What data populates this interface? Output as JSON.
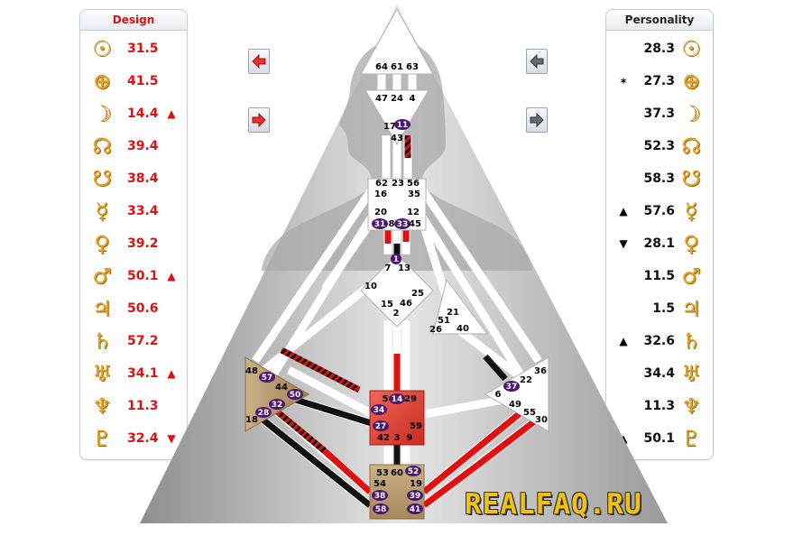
{
  "design": {
    "title": "Design",
    "rows": [
      {
        "planet": "sun",
        "glyph": "☉",
        "value": "31.5",
        "mark": ""
      },
      {
        "planet": "earth",
        "glyph": "⊕",
        "value": "41.5",
        "mark": ""
      },
      {
        "planet": "moon",
        "glyph": "☽",
        "value": "14.4",
        "mark": "▲"
      },
      {
        "planet": "north-node",
        "glyph": "☊",
        "value": "39.4",
        "mark": ""
      },
      {
        "planet": "south-node",
        "glyph": "☋",
        "value": "38.4",
        "mark": ""
      },
      {
        "planet": "mercury",
        "glyph": "☿",
        "value": "33.4",
        "mark": ""
      },
      {
        "planet": "venus",
        "glyph": "♀",
        "value": "39.2",
        "mark": ""
      },
      {
        "planet": "mars",
        "glyph": "♂",
        "value": "50.1",
        "mark": "▲"
      },
      {
        "planet": "jupiter",
        "glyph": "♃",
        "value": "50.6",
        "mark": ""
      },
      {
        "planet": "saturn",
        "glyph": "♄",
        "value": "57.2",
        "mark": ""
      },
      {
        "planet": "uranus",
        "glyph": "♅",
        "value": "34.1",
        "mark": "▲"
      },
      {
        "planet": "neptune",
        "glyph": "♆",
        "value": "11.3",
        "mark": ""
      },
      {
        "planet": "pluto",
        "glyph": "♇",
        "value": "32.4",
        "mark": "▼"
      }
    ]
  },
  "personality": {
    "title": "Personality",
    "rows": [
      {
        "planet": "sun",
        "glyph": "☉",
        "value": "28.3",
        "mark": ""
      },
      {
        "planet": "earth",
        "glyph": "⊕",
        "value": "27.3",
        "mark": "✶"
      },
      {
        "planet": "moon",
        "glyph": "☽",
        "value": "37.3",
        "mark": ""
      },
      {
        "planet": "north-node",
        "glyph": "☊",
        "value": "52.3",
        "mark": ""
      },
      {
        "planet": "south-node",
        "glyph": "☋",
        "value": "58.3",
        "mark": ""
      },
      {
        "planet": "mercury",
        "glyph": "☿",
        "value": "57.6",
        "mark": "▲"
      },
      {
        "planet": "venus",
        "glyph": "♀",
        "value": "28.1",
        "mark": "▼"
      },
      {
        "planet": "mars",
        "glyph": "♂",
        "value": "11.5",
        "mark": ""
      },
      {
        "planet": "jupiter",
        "glyph": "♃",
        "value": "1.5",
        "mark": ""
      },
      {
        "planet": "saturn",
        "glyph": "♄",
        "value": "32.6",
        "mark": "▲"
      },
      {
        "planet": "uranus",
        "glyph": "♅",
        "value": "34.4",
        "mark": ""
      },
      {
        "planet": "neptune",
        "glyph": "♆",
        "value": "11.3",
        "mark": ""
      },
      {
        "planet": "pluto",
        "glyph": "♇",
        "value": "50.1",
        "mark": "▲"
      }
    ]
  },
  "nav": {
    "design_prev_icon": "arrow-left-red-icon",
    "design_next_icon": "arrow-right-red-icon",
    "personality_prev_icon": "arrow-left-gray-icon",
    "personality_next_icon": "arrow-right-gray-icon"
  },
  "colors": {
    "design": "#e01010",
    "personality": "#111111",
    "gate_active": "#4a1670",
    "center_defined_root": "#b89a6a",
    "center_defined_sacral": "#e03a30",
    "glyph": "#e3a32a"
  },
  "bodygraph": {
    "head_gates": [
      "64",
      "61",
      "63"
    ],
    "ajna_gates": [
      "47",
      "24",
      "4",
      "17",
      "11",
      "43"
    ],
    "throat_gates": [
      "62",
      "23",
      "56",
      "16",
      "35",
      "20",
      "12",
      "31",
      "8",
      "33",
      "45"
    ],
    "g_gates": [
      "1",
      "7",
      "13",
      "10",
      "25",
      "15",
      "46",
      "2"
    ],
    "heart_gates": [
      "21",
      "51",
      "26",
      "40"
    ],
    "spleen_gates": [
      "48",
      "57",
      "44",
      "50",
      "32",
      "28",
      "18"
    ],
    "solar_gates": [
      "36",
      "22",
      "37",
      "6",
      "49",
      "55",
      "30"
    ],
    "sacral_gates": [
      "5",
      "14",
      "29",
      "34",
      "27",
      "59",
      "42",
      "3",
      "9"
    ],
    "root_gates": [
      "53",
      "60",
      "52",
      "54",
      "19",
      "38",
      "39",
      "58",
      "41"
    ],
    "active_gates": [
      "11",
      "31",
      "33",
      "1",
      "57",
      "50",
      "32",
      "28",
      "14",
      "34",
      "27",
      "37",
      "52",
      "38",
      "39",
      "58",
      "41"
    ]
  },
  "watermark": "REALFAQ.RU"
}
